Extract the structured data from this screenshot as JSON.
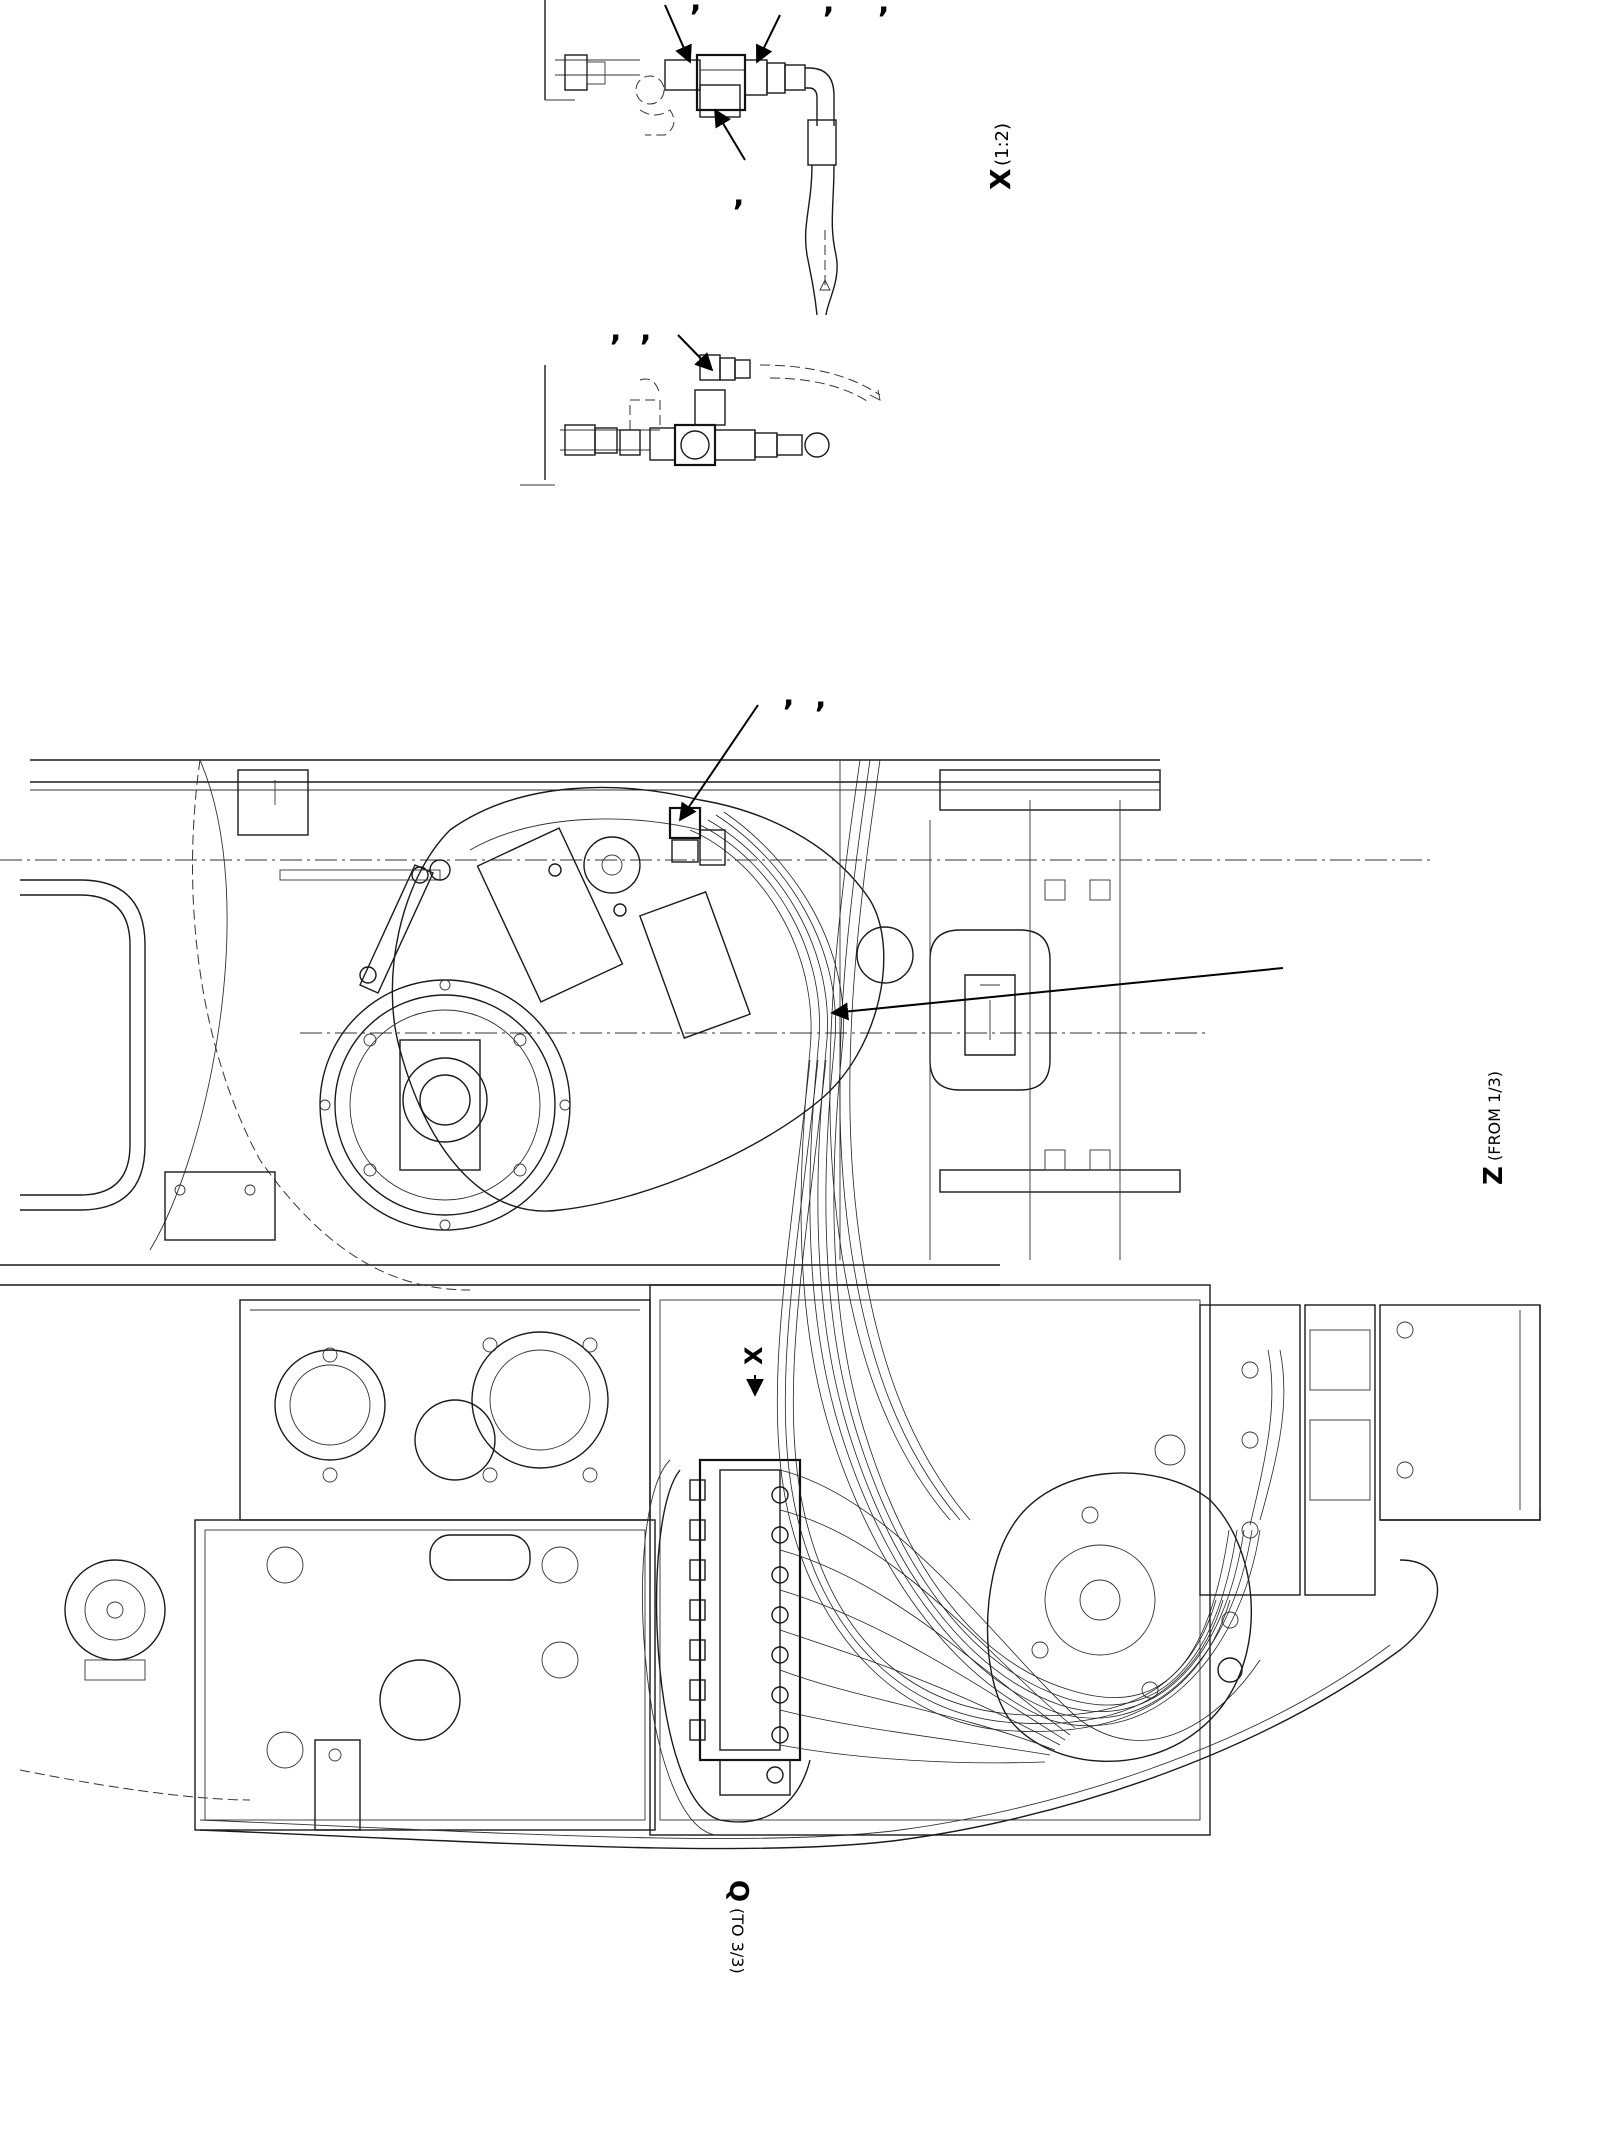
{
  "labels": {
    "view_x": "X",
    "view_x_scale": "(1:2)",
    "view_z": "Z",
    "view_z_ref": "(FROM 1/3)",
    "view_q": "Q",
    "view_q_ref": "(TO 3/3)",
    "view_x_marker": "X"
  },
  "callout_marks": {
    "c1": ",",
    "c2": ",",
    "c3": ",",
    "c4": ",",
    "c5": ",",
    "c6": ",",
    "c7": ",",
    "c8": ",",
    "c9": ","
  }
}
